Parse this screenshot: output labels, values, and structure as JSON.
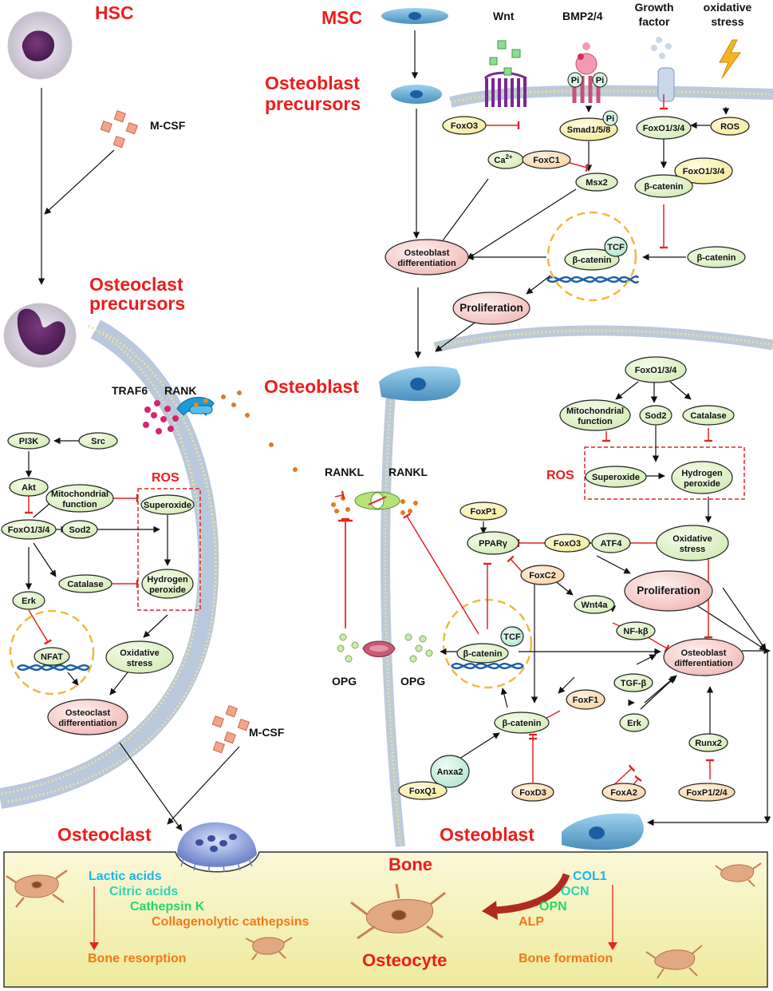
{
  "cells": {
    "hsc": "HSC",
    "osteoclast_precursors": [
      "Osteoclast",
      "precursors"
    ],
    "msc": "MSC",
    "osteoblast_precursors": [
      "Osteoblast",
      "precursors"
    ],
    "osteoblast_mid": "Osteoblast",
    "osteoclast": "Osteoclast",
    "osteoblast_bottom": "Osteoblast"
  },
  "signals": {
    "mcsf_top": "M-CSF",
    "mcsf_bottom": "M-CSF",
    "traf6": "TRAF6",
    "rank": "RANK",
    "rankl_left": "RANKL",
    "rankl_right": "RANKL",
    "opg_left": "OPG",
    "opg_right": "OPG",
    "wnt": "Wnt",
    "bmp": "BMP2/4",
    "growth_factor": [
      "Growth",
      "factor"
    ],
    "oxidative_stress_top": [
      "oxidative",
      "stress"
    ],
    "pi": "Pi",
    "ros_left": "ROS",
    "ros_right": "ROS"
  },
  "nodes": {
    "pi3k": "PI3K",
    "src": "Src",
    "akt": "Akt",
    "mito_left": [
      "Mitochondrial",
      "function"
    ],
    "foxo_left": "FoxO1/3/4",
    "sod2_left": "Sod2",
    "catalase_left": "Catalase",
    "erk_left": "Erk",
    "superoxide_left": "Superoxide",
    "h2o2_left": [
      "Hydrogen",
      "peroxide"
    ],
    "nfat": "NFAT",
    "oxstress_left": [
      "Oxidative",
      "stress"
    ],
    "oc_diff": [
      "Osteoclast",
      "differentiation"
    ],
    "foxo3_top": "FoxO3",
    "ca": "Ca",
    "ca_sup": "2+",
    "smad": "Smad1/5/8",
    "foxc1": "FoxC1",
    "msx2": "Msx2",
    "foxo_top": "FoxO1/3/4",
    "ros_node": "ROS",
    "foxo_bc": "FoxO1/3/4",
    "bcat_top": "β-catenin",
    "ob_diff_top": [
      "Osteoblast",
      "differentiation"
    ],
    "bcat_nuc_top": "β-catenin",
    "tcf": "TCF",
    "bcat_right": "β-catenin",
    "prolif_top": "Proliferation",
    "foxo_right": "FoxO1/3/4",
    "mito_right": [
      "Mitochondrial",
      "function"
    ],
    "sod2_right": "Sod2",
    "catalase_right": "Catalase",
    "superoxide_right": "Superoxide",
    "h2o2_right": [
      "Hydrogen",
      "peroxide"
    ],
    "foxp1": "FoxP1",
    "ppar": "PPARγ",
    "foxo3_mid": "FoxO3",
    "atf4": "ATF4",
    "oxstress_right": [
      "Oxidative",
      "stress"
    ],
    "prolif_mid": "Proliferation",
    "foxc2": "FoxC2",
    "wnt4a": "Wnt4a",
    "nfkb": "NF-kβ",
    "bcat_nuc_mid": "β-catenin",
    "ob_diff_mid": [
      "Osteoblast",
      "differentiation"
    ],
    "tgfb": "TGF-β",
    "foxf1": "FoxF1",
    "bcat_low": "β-catenin",
    "erk_right": "Erk",
    "runx2": "Runx2",
    "anxa2": "Anxa2",
    "foxq1": "FoxQ1",
    "foxd3": "FoxD3",
    "foxa2": "FoxA2",
    "foxp124": "FoxP1/2/4"
  },
  "bone": {
    "title": "Bone",
    "lactic": "Lactic acids",
    "citric": "Citric acids",
    "cathepsin": "Cathepsin K",
    "collagenolytic": "Collagenolytic cathepsins",
    "resorption": "Bone resorption",
    "osteocyte": "Osteocyte",
    "col1": "COL1",
    "ocn": "OCN",
    "opn": "OPN",
    "alp": "ALP",
    "formation": "Bone formation"
  },
  "colors": {
    "label_red": "#ee1c1c",
    "inhibit": "#e52421",
    "node_green": "#dff2c4",
    "node_yellow": "#fbf3b4",
    "node_peach": "#fbe0bd",
    "node_pink": "#f6cdcb",
    "node_cyan": "#c6eedc",
    "bone_bg": "#f4f0b0",
    "blue_text": "#1ab6ee",
    "green_text": "#26d86a",
    "orange_text": "#f07a1a"
  }
}
